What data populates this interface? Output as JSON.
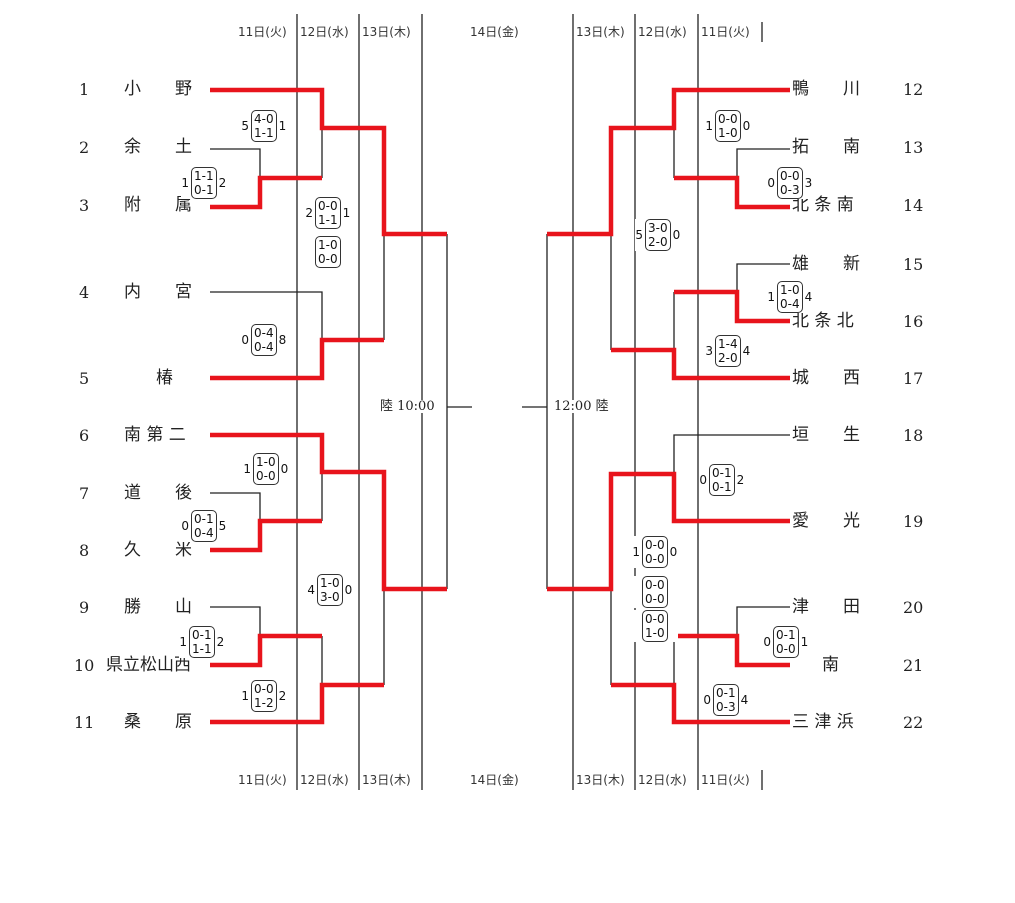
{
  "dates": {
    "left": [
      "11日(火)",
      "12日(水)",
      "13日(木)"
    ],
    "center": "14日(金)",
    "right": [
      "13日(木)",
      "12日(水)",
      "11日(火)"
    ]
  },
  "left_teams": [
    {
      "seed": "1",
      "name": "小　　野"
    },
    {
      "seed": "2",
      "name": "余　　土"
    },
    {
      "seed": "3",
      "name": "附　　属"
    },
    {
      "seed": "4",
      "name": "内　　宮"
    },
    {
      "seed": "5",
      "name": "椿"
    },
    {
      "seed": "6",
      "name": "南 第 二"
    },
    {
      "seed": "7",
      "name": "道　　後"
    },
    {
      "seed": "8",
      "name": "久　　米"
    },
    {
      "seed": "9",
      "name": "勝　　山"
    },
    {
      "seed": "10",
      "name": "県立松山西"
    },
    {
      "seed": "11",
      "name": "桑　　原"
    }
  ],
  "right_teams": [
    {
      "seed": "12",
      "name": "鴨　　川"
    },
    {
      "seed": "13",
      "name": "拓　　南"
    },
    {
      "seed": "14",
      "name": "北 条 南"
    },
    {
      "seed": "15",
      "name": "雄　　新"
    },
    {
      "seed": "16",
      "name": "北 条 北"
    },
    {
      "seed": "17",
      "name": "城　　西"
    },
    {
      "seed": "18",
      "name": "垣　　生"
    },
    {
      "seed": "19",
      "name": "愛　　光"
    },
    {
      "seed": "20",
      "name": "津　　田"
    },
    {
      "seed": "21",
      "name": "南"
    },
    {
      "seed": "22",
      "name": "三 津 浜"
    }
  ],
  "venues": {
    "left": "陸 10:00",
    "right": "12:00 陸"
  },
  "scores": [
    {
      "id": "s1",
      "left": "5",
      "top": "4-0",
      "bottom": "1-1",
      "right": "1"
    },
    {
      "id": "s2",
      "left": "1",
      "top": "1-1",
      "bottom": "0-1",
      "right": "2"
    },
    {
      "id": "s3",
      "left": "2",
      "top": "0-0",
      "bottom": "1-1",
      "right": "1"
    },
    {
      "id": "s4",
      "left": "",
      "top": "1-0",
      "bottom": "0-0",
      "right": ""
    },
    {
      "id": "s5",
      "left": "0",
      "top": "0-4",
      "bottom": "0-4",
      "right": "8"
    },
    {
      "id": "s6",
      "left": "1",
      "top": "1-0",
      "bottom": "0-0",
      "right": "0"
    },
    {
      "id": "s7",
      "left": "0",
      "top": "0-1",
      "bottom": "0-4",
      "right": "5"
    },
    {
      "id": "s8",
      "left": "4",
      "top": "1-0",
      "bottom": "3-0",
      "right": "0"
    },
    {
      "id": "s9",
      "left": "1",
      "top": "0-1",
      "bottom": "1-1",
      "right": "2"
    },
    {
      "id": "s10",
      "left": "1",
      "top": "0-0",
      "bottom": "1-2",
      "right": "2"
    },
    {
      "id": "s11",
      "left": "1",
      "top": "0-0",
      "bottom": "1-0",
      "right": "0"
    },
    {
      "id": "s12",
      "left": "0",
      "top": "0-0",
      "bottom": "0-3",
      "right": "3"
    },
    {
      "id": "s13",
      "left": "5",
      "top": "3-0",
      "bottom": "2-0",
      "right": "0"
    },
    {
      "id": "s14",
      "left": "1",
      "top": "1-0",
      "bottom": "0-4",
      "right": "4"
    },
    {
      "id": "s15",
      "left": "3",
      "top": "1-4",
      "bottom": "2-0",
      "right": "4"
    },
    {
      "id": "s16",
      "left": "0",
      "top": "0-1",
      "bottom": "0-1",
      "right": "2"
    },
    {
      "id": "s17",
      "left": "1",
      "top": "0-0",
      "bottom": "0-0",
      "right": "0"
    },
    {
      "id": "s18",
      "left": "",
      "top": "0-0",
      "bottom": "0-0",
      "right": ""
    },
    {
      "id": "s19",
      "left": "",
      "top": "0-0",
      "bottom": "1-0",
      "right": ""
    },
    {
      "id": "s20",
      "left": "0",
      "top": "0-1",
      "bottom": "0-0",
      "right": "1"
    },
    {
      "id": "s21",
      "left": "0",
      "top": "0-1",
      "bottom": "0-3",
      "right": "4"
    }
  ],
  "colors": {
    "winner_line": "#e8141c",
    "line": "#222222"
  }
}
